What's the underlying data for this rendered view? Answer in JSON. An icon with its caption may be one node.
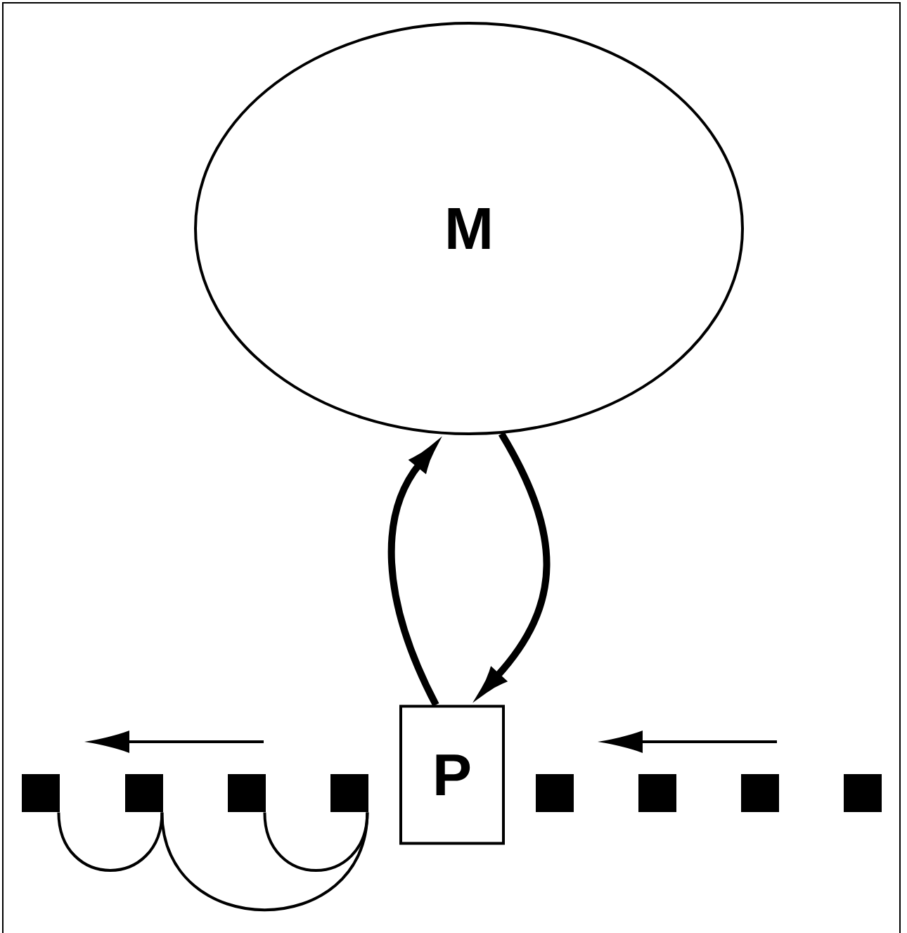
{
  "diagram": {
    "nodes": [
      {
        "text": [
          "M"
        ]
      },
      {
        "text": [
          "P"
        ]
      },
      {
        "text": [],
        "shape": "box"
      },
      {
        "text": [],
        "shape": "box"
      },
      {
        "text": [],
        "shape": "box"
      },
      {
        "text": [],
        "shape": "box"
      },
      {
        "text": [],
        "shape": "box"
      },
      {
        "text": [],
        "shape": "box"
      },
      {
        "text": [],
        "shape": "box"
      },
      {
        "text": [],
        "shape": "box"
      }
    ],
    "edges": [
      {
        "from": 1,
        "to": 0,
        "arrow": "to",
        "style": "thick"
      },
      {
        "from": 0,
        "to": 1,
        "arrow": "to",
        "style": "thick"
      },
      {
        "from": 2,
        "to": 3,
        "arrow": "none"
      },
      {
        "from": 4,
        "to": 5,
        "arrow": "none"
      },
      {
        "from": 3,
        "to": 5,
        "arrow": "none"
      }
    ]
  }
}
